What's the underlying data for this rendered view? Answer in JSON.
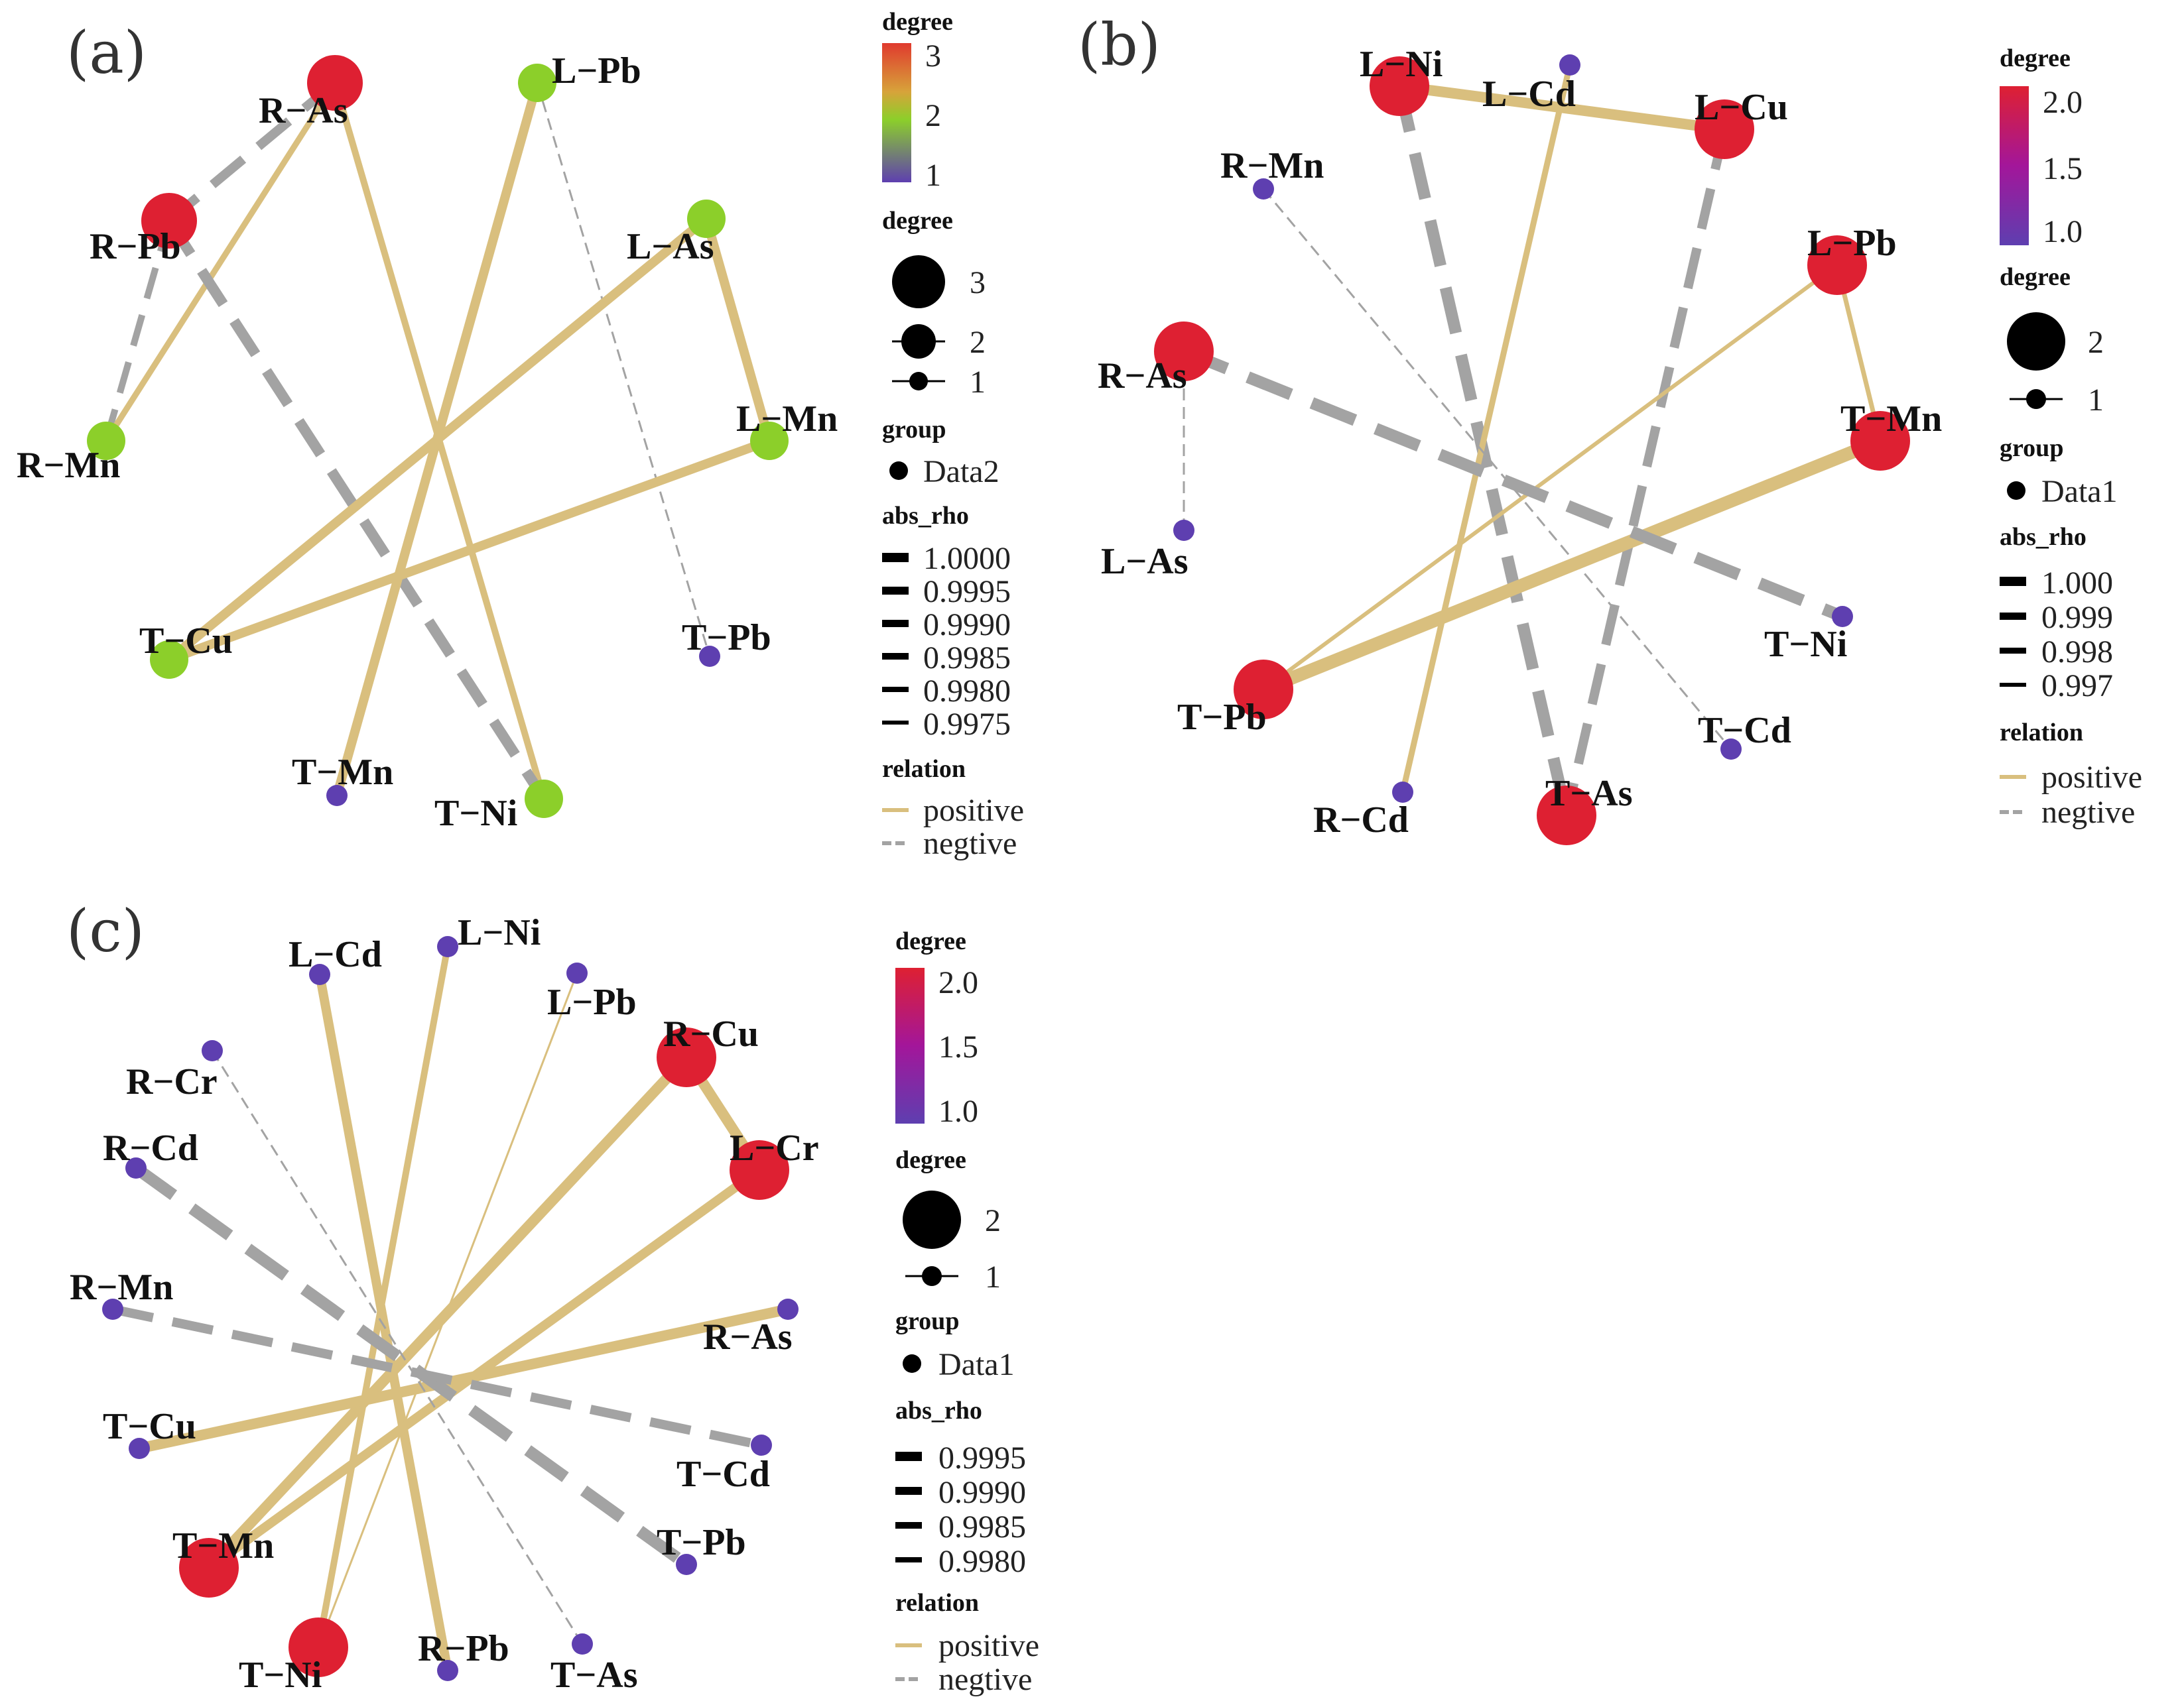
{
  "panels": [
    {
      "label": "(a)",
      "nodes": [
        {
          "id": "R-As",
          "text": "R−As",
          "degree": 3
        },
        {
          "id": "L-Pb",
          "text": "L−Pb",
          "degree": 2
        },
        {
          "id": "R-Pb",
          "text": "R−Pb",
          "degree": 3
        },
        {
          "id": "L-As",
          "text": "L−As",
          "degree": 2
        },
        {
          "id": "R-Mn",
          "text": "R−Mn",
          "degree": 2
        },
        {
          "id": "L-Mn",
          "text": "L−Mn",
          "degree": 2
        },
        {
          "id": "T-Cu",
          "text": "T−Cu",
          "degree": 2
        },
        {
          "id": "T-Pb",
          "text": "T−Pb",
          "degree": 1
        },
        {
          "id": "T-Mn",
          "text": "T−Mn",
          "degree": 1
        },
        {
          "id": "T-Ni",
          "text": "T−Ni",
          "degree": 2
        }
      ],
      "edges": [
        {
          "from": "R-As",
          "to": "R-Pb",
          "relation": "negtive"
        },
        {
          "from": "R-Pb",
          "to": "R-Mn",
          "relation": "negtive"
        },
        {
          "from": "R-As",
          "to": "R-Mn",
          "relation": "positive"
        },
        {
          "from": "R-As",
          "to": "T-Ni",
          "relation": "positive"
        },
        {
          "from": "R-Pb",
          "to": "T-Ni",
          "relation": "negtive"
        },
        {
          "from": "L-Pb",
          "to": "T-Mn",
          "relation": "positive"
        },
        {
          "from": "L-Pb",
          "to": "T-Pb",
          "relation": "negtive"
        },
        {
          "from": "L-As",
          "to": "L-Mn",
          "relation": "positive"
        },
        {
          "from": "L-As",
          "to": "T-Cu",
          "relation": "positive"
        },
        {
          "from": "L-Mn",
          "to": "T-Cu",
          "relation": "positive"
        }
      ],
      "legend": {
        "color_title": "degree",
        "color_ticks": [
          "3",
          "2",
          "1"
        ],
        "size_title": "degree",
        "size_items": [
          "3",
          "2",
          "1"
        ],
        "group_title": "group",
        "group_item": "Data2",
        "rho_title": "abs_rho",
        "rho_items": [
          "1.0000",
          "0.9995",
          "0.9990",
          "0.9985",
          "0.9980",
          "0.9975"
        ],
        "relation_title": "relation",
        "relation_items": [
          "positive",
          "negtive"
        ]
      }
    },
    {
      "label": "(b)",
      "nodes": [
        {
          "id": "L-Ni",
          "text": "L−Ni",
          "degree": 2
        },
        {
          "id": "L-Cd",
          "text": "L−Cd",
          "degree": 1
        },
        {
          "id": "L-Cu",
          "text": "L−Cu",
          "degree": 2
        },
        {
          "id": "R-Mn",
          "text": "R−Mn",
          "degree": 1
        },
        {
          "id": "L-Pb",
          "text": "L−Pb",
          "degree": 2
        },
        {
          "id": "R-As",
          "text": "R−As",
          "degree": 2
        },
        {
          "id": "T-Mn",
          "text": "T−Mn",
          "degree": 2
        },
        {
          "id": "L-As",
          "text": "L−As",
          "degree": 1
        },
        {
          "id": "T-Ni",
          "text": "T−Ni",
          "degree": 1
        },
        {
          "id": "T-Pb",
          "text": "T−Pb",
          "degree": 2
        },
        {
          "id": "T-Cd",
          "text": "T−Cd",
          "degree": 1
        },
        {
          "id": "R-Cd",
          "text": "R−Cd",
          "degree": 1
        },
        {
          "id": "T-As",
          "text": "T−As",
          "degree": 2
        }
      ],
      "edges": [
        {
          "from": "L-Ni",
          "to": "L-Cu",
          "relation": "positive"
        },
        {
          "from": "L-Ni",
          "to": "T-As",
          "relation": "negtive"
        },
        {
          "from": "L-Cu",
          "to": "T-As",
          "relation": "negtive"
        },
        {
          "from": "L-Cd",
          "to": "R-Cd",
          "relation": "positive"
        },
        {
          "from": "R-Mn",
          "to": "T-Cd",
          "relation": "negtive"
        },
        {
          "from": "L-Pb",
          "to": "T-Mn",
          "relation": "positive"
        },
        {
          "from": "L-Pb",
          "to": "T-Pb",
          "relation": "positive"
        },
        {
          "from": "T-Mn",
          "to": "T-Pb",
          "relation": "positive"
        },
        {
          "from": "R-As",
          "to": "L-As",
          "relation": "negtive"
        },
        {
          "from": "R-As",
          "to": "T-Ni",
          "relation": "negtive"
        }
      ],
      "legend": {
        "color_title": "degree",
        "color_ticks": [
          "2.0",
          "1.5",
          "1.0"
        ],
        "size_title": "degree",
        "size_items": [
          "2",
          "1"
        ],
        "group_title": "group",
        "group_item": "Data1",
        "rho_title": "abs_rho",
        "rho_items": [
          "1.000",
          "0.999",
          "0.998",
          "0.997"
        ],
        "relation_title": "relation",
        "relation_items": [
          "positive",
          "negtive"
        ]
      }
    },
    {
      "label": "(c)",
      "nodes": [
        {
          "id": "L-Cd",
          "text": "L−Cd",
          "degree": 1
        },
        {
          "id": "L-Ni",
          "text": "L−Ni",
          "degree": 1
        },
        {
          "id": "L-Pb",
          "text": "L−Pb",
          "degree": 1
        },
        {
          "id": "R-Cu",
          "text": "R−Cu",
          "degree": 2
        },
        {
          "id": "R-Cr",
          "text": "R−Cr",
          "degree": 1
        },
        {
          "id": "R-Cd",
          "text": "R−Cd",
          "degree": 1
        },
        {
          "id": "L-Cr",
          "text": "L−Cr",
          "degree": 2
        },
        {
          "id": "R-Mn",
          "text": "R−Mn",
          "degree": 1
        },
        {
          "id": "R-As",
          "text": "R−As",
          "degree": 1
        },
        {
          "id": "T-Cu",
          "text": "T−Cu",
          "degree": 1
        },
        {
          "id": "T-Cd",
          "text": "T−Cd",
          "degree": 1
        },
        {
          "id": "T-Mn",
          "text": "T−Mn",
          "degree": 2
        },
        {
          "id": "T-Pb",
          "text": "T−Pb",
          "degree": 1
        },
        {
          "id": "T-Ni",
          "text": "T−Ni",
          "degree": 2
        },
        {
          "id": "R-Pb",
          "text": "R−Pb",
          "degree": 1
        },
        {
          "id": "T-As",
          "text": "T−As",
          "degree": 1
        }
      ],
      "edges": [
        {
          "from": "L-Cd",
          "to": "R-Pb",
          "relation": "positive"
        },
        {
          "from": "L-Ni",
          "to": "T-Ni",
          "relation": "positive"
        },
        {
          "from": "L-Pb",
          "to": "T-Ni",
          "relation": "positive"
        },
        {
          "from": "R-Cu",
          "to": "L-Cr",
          "relation": "positive"
        },
        {
          "from": "R-Cu",
          "to": "T-Mn",
          "relation": "positive"
        },
        {
          "from": "L-Cr",
          "to": "T-Mn",
          "relation": "positive"
        },
        {
          "from": "R-As",
          "to": "T-Cu",
          "relation": "positive"
        },
        {
          "from": "R-Cr",
          "to": "T-As",
          "relation": "negtive"
        },
        {
          "from": "R-Cd",
          "to": "T-Pb",
          "relation": "negtive"
        },
        {
          "from": "R-Mn",
          "to": "T-Cd",
          "relation": "negtive"
        }
      ],
      "legend": {
        "color_title": "degree",
        "color_ticks": [
          "2.0",
          "1.5",
          "1.0"
        ],
        "size_title": "degree",
        "size_items": [
          "2",
          "1"
        ],
        "group_title": "group",
        "group_item": "Data1",
        "rho_title": "abs_rho",
        "rho_items": [
          "0.9995",
          "0.9990",
          "0.9985",
          "0.9980"
        ],
        "relation_title": "relation",
        "relation_items": [
          "positive",
          "negtive"
        ]
      }
    }
  ],
  "colors": {
    "positive": "#d9bf7e",
    "negtive": "#a3a3a3",
    "degree_high": "#de2032",
    "degree_mid_a": "#8ccf2a",
    "degree_low": "#5e3fb0",
    "degree_mid_bc": "#a3169a"
  }
}
